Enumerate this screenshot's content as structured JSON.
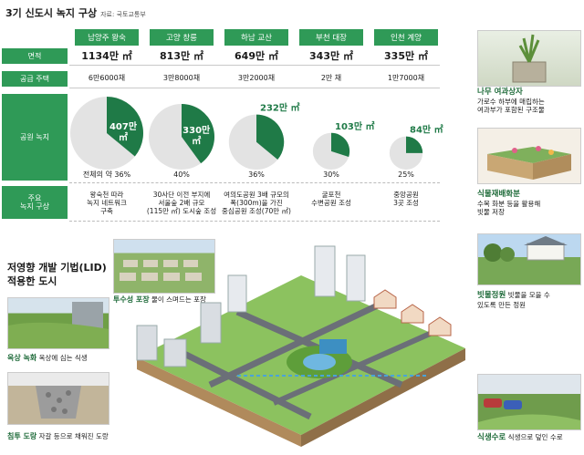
{
  "title": "3기 신도시 녹지 구상",
  "source": "자료: 국토교통부",
  "row_labels": {
    "area": "면적",
    "housing": "공급 주택",
    "park": "공원 녹지",
    "main": "주요\n녹지 구상"
  },
  "chart_data": {
    "type": "table",
    "columns": [
      "남양주 왕숙",
      "고양 창릉",
      "하남 교산",
      "부천 대장",
      "인천 계양"
    ],
    "area": [
      "1134만 ㎡",
      "813만 ㎡",
      "649만 ㎡",
      "343만 ㎡",
      "335만 ㎡"
    ],
    "housing": [
      "6만6000채",
      "3만8000채",
      "3만2000채",
      "2만 채",
      "1만7000채"
    ],
    "park_area": [
      "407만\n㎡",
      "330만\n㎡",
      "232만 ㎡",
      "103만 ㎡",
      "84만 ㎡"
    ],
    "park_share_labels": [
      "전체의 약 36%",
      "40%",
      "36%",
      "30%",
      "25%"
    ],
    "park_share": [
      36,
      40,
      36,
      30,
      25
    ],
    "park_area_values": [
      407,
      330,
      232,
      103,
      84
    ],
    "main_plan": [
      "왕숙천 따라\n녹지 네트워크\n구축",
      "30사단 이전 부지에\n서울숲 2배 규모\n(115만 ㎡) 도시숲 조성",
      "여의도공원 3배 규모의\n폭(300m)을 가진\n중심공원 조성(70만 ㎡)",
      "굴포천\n수변공원 조성",
      "중앙공원\n3곳 조성"
    ],
    "colors": {
      "header": "#2f9a57",
      "pie_fill": "#1f7a47",
      "pie_empty": "#e3e3e3"
    }
  },
  "side": [
    {
      "title": "나무 여과상자",
      "desc": "가로수 하부에 매립하는\n여과부가 포함된 구조물"
    },
    {
      "title": "식물재배화분",
      "desc": "수목 화분 등을 활용해\n빗물 저장"
    },
    {
      "title": "빗물정원",
      "desc": " 빗물을 모을 수\n있도록 만든 정원"
    },
    {
      "title": "식생수로",
      "desc": " 식생으로 덮인 수로"
    }
  ],
  "lid": {
    "title_line1": "저영향 개발 기법(LID)",
    "title_line2": "적용한 도시",
    "permeable_title": "투수성 포장",
    "permeable_desc": " 물이 스며드는 포장",
    "roof_title": "옥상 녹화",
    "roof_desc": " 옥상에 심는 식생",
    "ditch_title": "침투 도랑",
    "ditch_desc": " 자갈 등으로 채워진 도랑"
  }
}
